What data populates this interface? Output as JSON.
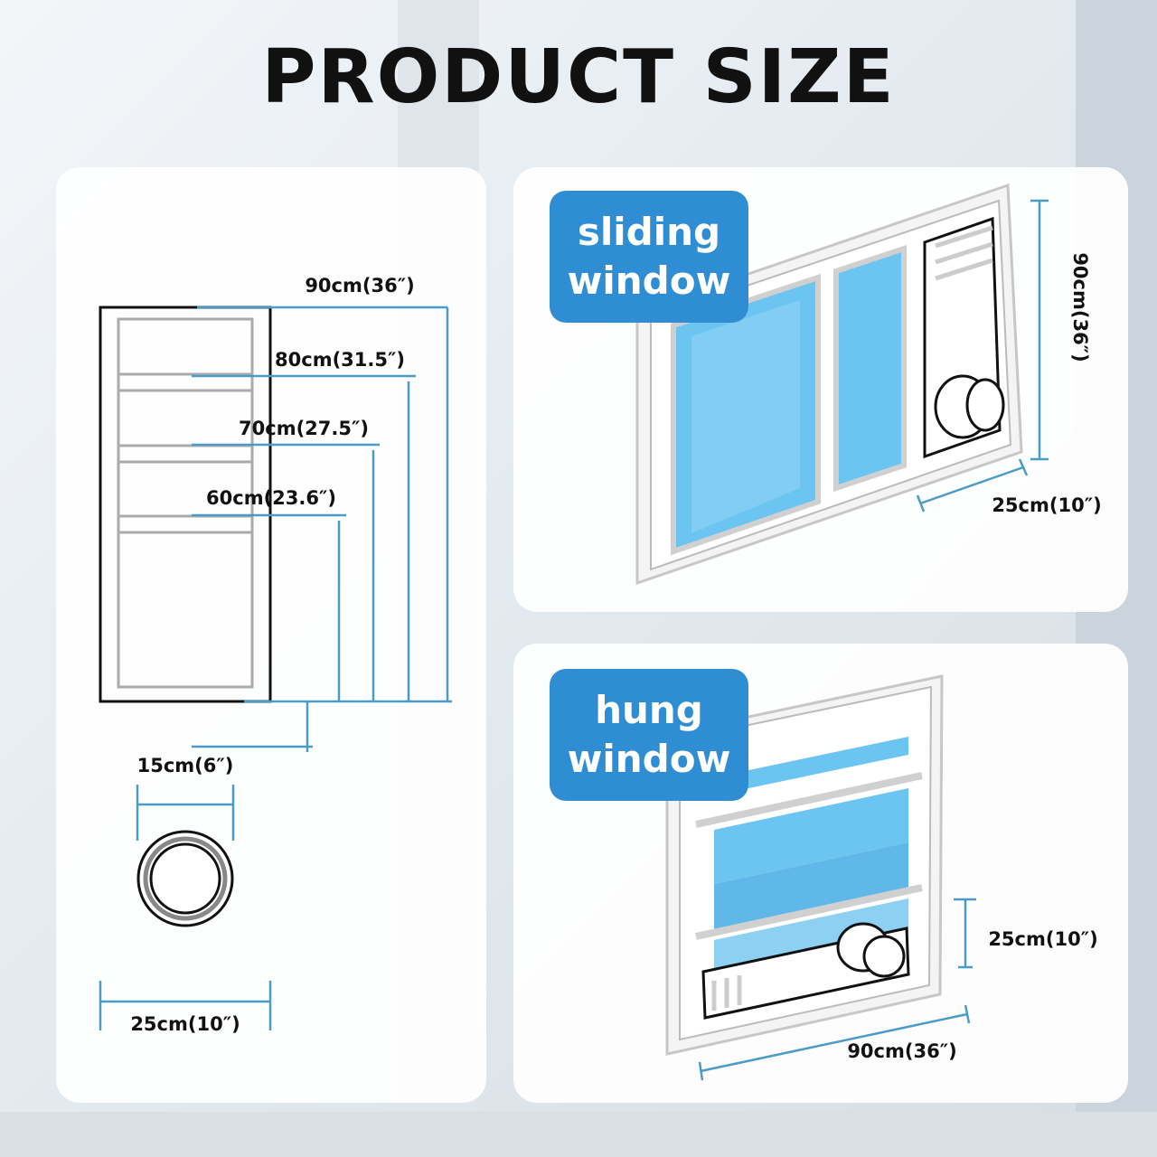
{
  "title": "PRODUCT SIZE",
  "left_panel": {
    "lengths": [
      "90cm(36″)",
      "80cm(31.5″)",
      "70cm(27.5″)",
      "60cm(23.6″)"
    ],
    "hole_diameter": "15cm(6″)",
    "width": "25cm(10″)"
  },
  "sliding": {
    "badge_line1": "sliding",
    "badge_line2": "window",
    "height": "90cm(36″)",
    "width": "25cm(10″)"
  },
  "hung": {
    "badge_line1": "hung",
    "badge_line2": "window",
    "height": "25cm(10″)",
    "width": "90cm(36″)"
  },
  "colors": {
    "accent": "#2f8ed3",
    "dim_line": "#4a9cc6",
    "glass": "#6cc4f0"
  }
}
